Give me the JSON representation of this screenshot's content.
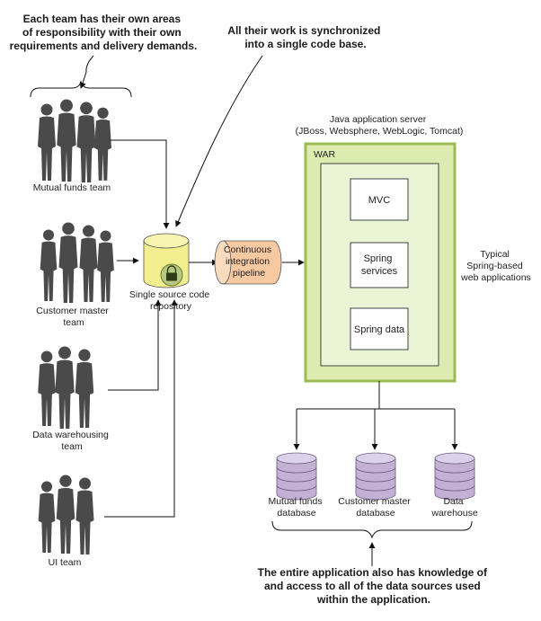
{
  "annotations": {
    "teams_note": [
      "Each team has their own areas",
      "of responsibility with their own",
      "requirements and delivery demands."
    ],
    "sync_note": [
      "All their work is synchronized",
      "into a single code base."
    ],
    "data_note": [
      "The entire application also has knowledge of",
      "and access to all of the data sources used",
      "within the application."
    ]
  },
  "teams": [
    {
      "label": [
        "Mutual funds team"
      ]
    },
    {
      "label": [
        "Customer master",
        "team"
      ]
    },
    {
      "label": [
        "Data warehousing",
        "team"
      ]
    },
    {
      "label": [
        "UI team"
      ]
    }
  ],
  "repository": {
    "label": [
      "Single source code",
      "repository"
    ]
  },
  "pipeline": {
    "label": [
      "Continuous",
      "integration",
      "pipeline"
    ]
  },
  "server": {
    "title": [
      "Java application server",
      "(JBoss, Websphere, WebLogic, Tomcat)"
    ],
    "war_label": "WAR",
    "modules": [
      {
        "label": [
          "MVC"
        ]
      },
      {
        "label": [
          "Spring",
          "services"
        ]
      },
      {
        "label": [
          "Spring data"
        ]
      }
    ],
    "side_label": [
      "Typical",
      "Spring-based",
      "web applications"
    ]
  },
  "databases": [
    {
      "label": [
        "Mutual funds",
        "database"
      ]
    },
    {
      "label": [
        "Customer master",
        "database"
      ]
    },
    {
      "label": [
        "Data",
        "warehouse"
      ]
    }
  ],
  "colors": {
    "server_fill": "#dcebb0",
    "server_stroke": "#9bbb55",
    "repo_fill": "#f3ee8e",
    "pipeline_fill": "#f6c9a3",
    "db_fill": "#c3b1d4",
    "db_stroke": "#6c5c80",
    "person_fill": "#4a4a4a"
  }
}
